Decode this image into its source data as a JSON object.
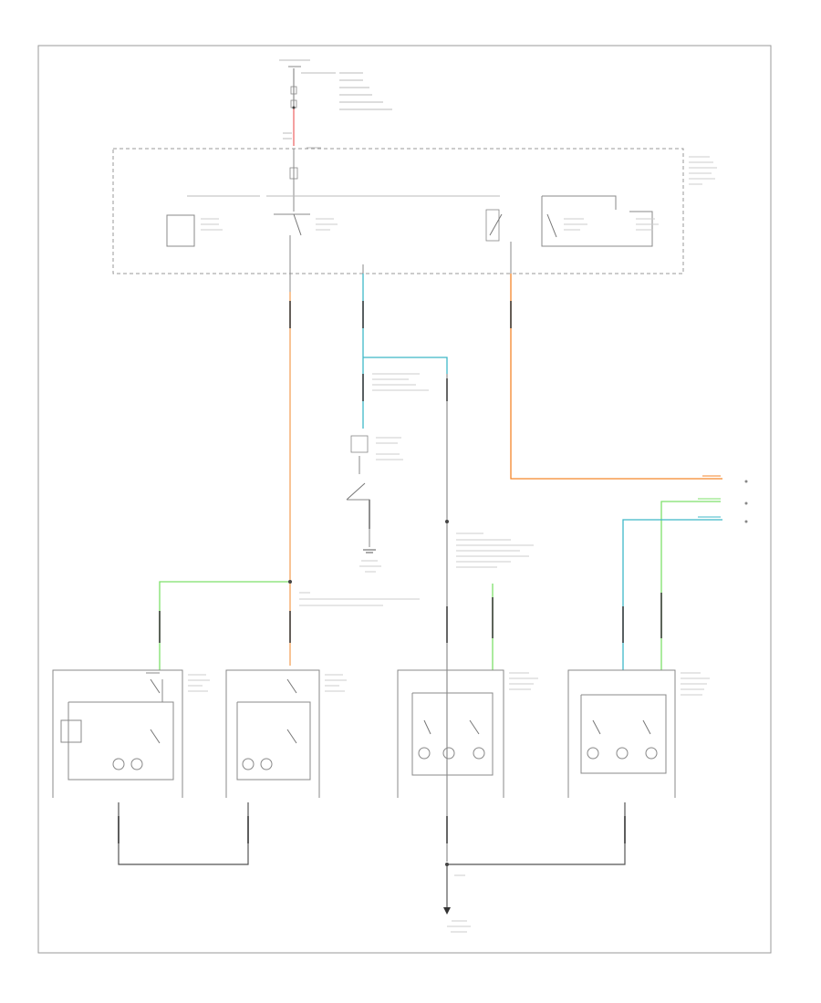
{
  "diagram": {
    "page_id": "",
    "wire_colors": {
      "red": "#f08080",
      "orange": "#f5a35c",
      "light_blue": "#3fb8c8",
      "light_green": "#7ee06a",
      "gray": "#666666",
      "orange_bright": "#f5862a"
    },
    "icons": [
      "ground-symbol",
      "switch-contact",
      "lamp",
      "fuse",
      "connector-pin"
    ]
  }
}
